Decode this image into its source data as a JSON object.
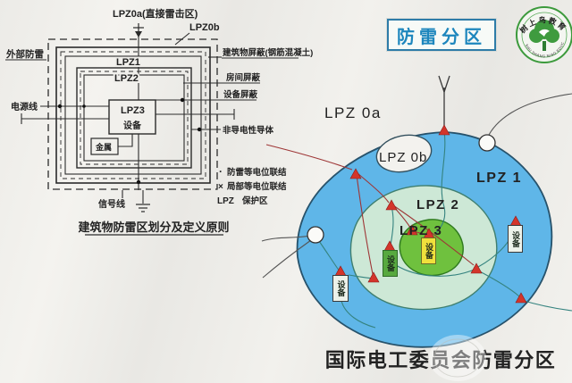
{
  "header": {
    "badge": "防雷分区"
  },
  "logo": {
    "arc_top": "树上鸟教育",
    "arc_bottom": "SHU SHANG NIAO EDUCATION"
  },
  "left": {
    "title": "建筑物防雷区划分及定义原则",
    "labels": {
      "lpz0a": "LPZ0a(直接雷击区)",
      "lpz0b": "LPZ0b",
      "lpz1": "LPZ1",
      "lpz2": "LPZ2",
      "lpz3": "LPZ3",
      "equipment": "设备",
      "metal": "金属",
      "external": "外部防雷",
      "power": "电源线",
      "signal": "信号线",
      "building_shield": "建筑物屏蔽(钢筋混凝土)",
      "room_shield": "房间屏蔽",
      "equipment_shield": "设备屏蔽",
      "conductor": "非导电性导体"
    },
    "legend": [
      {
        "marker": "·",
        "label": "防雷等电位联结"
      },
      {
        "marker": "×",
        "label": "局部等电位联结"
      },
      {
        "marker": "LPZ",
        "label": "保护区"
      }
    ]
  },
  "right": {
    "title": "国际电工委员会防雷分区",
    "device": "设备",
    "zones": {
      "lpz0a": "LPZ 0a",
      "lpz0b": "LPZ 0b",
      "lpz1": "LPZ 1",
      "lpz2": "LPZ 2",
      "lpz3": "LPZ 3"
    }
  },
  "colors": {
    "badge_blue": "#1d86bd",
    "lpz1_fill": "#5fb6e8",
    "lpz2_fill": "#cde8d6",
    "lpz3_fill": "#6fc13e",
    "spd_red": "#d3352b",
    "line_red": "#9e3636",
    "line_teal": "#35837f",
    "logo_green": "#3c9a3c"
  }
}
